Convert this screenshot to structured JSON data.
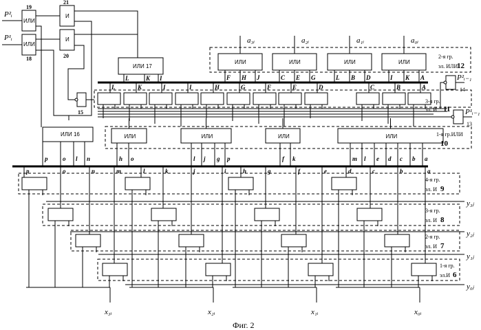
{
  "left_blocks": {
    "p2_label": "P²ᵢ",
    "p1_label": "P¹ᵢ",
    "or19": "ИЛИ",
    "or19_num": "19",
    "or18": "ИЛИ",
    "or18_num": "18",
    "and21": "И",
    "and21_num": "21",
    "and20": "И",
    "and20_num": "20",
    "not15_num": "15",
    "or16": "ИЛИ 16",
    "or17": "ИЛИ  17",
    "or17_outputs": [
      "L",
      "K",
      "I"
    ]
  },
  "group12": {
    "caption1": "2-я гр.",
    "caption2": "эл. ИЛИ",
    "num": "12",
    "gate": "ИЛИ",
    "inputs": [
      "a₃ᵢ",
      "a₂ᵢ",
      "a₁ᵢ",
      "a₀ᵢ"
    ],
    "outputs": [
      "F",
      "H",
      "J",
      "C",
      "E",
      "G",
      "L",
      "B",
      "D",
      "I",
      "K",
      "A"
    ]
  },
  "group11": {
    "caption1": "3-я гр.",
    "caption2": "эл. И",
    "num": "11",
    "inputs": [
      "L",
      "K",
      "I",
      "I",
      "H",
      "G",
      "F",
      "E",
      "D",
      "C",
      "B",
      "A"
    ],
    "p14": "P²ᵢ₋₁",
    "p14_num": "14",
    "p13": "P¹ᵢ₋₁",
    "p13_num": "13"
  },
  "group10": {
    "caption1": "1-я гр.ИЛИ",
    "num": "10",
    "gate": "ИЛИ",
    "outputs": [
      "p",
      "o",
      "l",
      "n",
      "h",
      "o",
      "l",
      "j",
      "g",
      "p",
      "f",
      "k",
      "m",
      "l",
      "e",
      "d",
      "c",
      "b",
      "a"
    ]
  },
  "lower_bus": {
    "taps": [
      "p",
      "o",
      "n",
      "m",
      "l",
      "k",
      "j",
      "i",
      "h",
      "g",
      "f",
      "e",
      "d",
      "c",
      "b",
      "a"
    ]
  },
  "groups_and": [
    {
      "caption1": "4-я гр.",
      "caption2": "эл. И",
      "num": "9",
      "output": "y₃ⱼ"
    },
    {
      "caption1": "3-я гр.",
      "caption2": "эл. И",
      "num": "8",
      "output": "y₂ⱼ"
    },
    {
      "caption1": "2-я гр.",
      "caption2": "эл. И",
      "num": "7",
      "output": "y₁ⱼ"
    },
    {
      "caption1": "1-я гр.",
      "caption2": "эл.И",
      "num": "6",
      "output": "y₀ⱼ"
    }
  ],
  "outputs_x": [
    "x₃ᵢ",
    "x₂ᵢ",
    "x₁ᵢ",
    "x₀ᵢ"
  ],
  "caption": "Фиг. 2"
}
